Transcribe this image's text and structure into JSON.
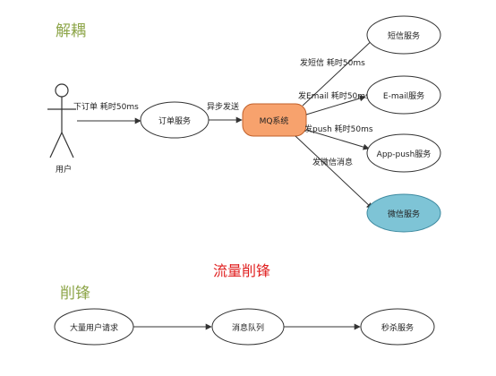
{
  "colors": {
    "section_title": "#8ea64a",
    "center_title": "#e02020",
    "line": "#333333",
    "mq_fill": "#f7a26d",
    "mq_stroke": "#c0602a",
    "wechat_fill": "#7ec4d6",
    "wechat_stroke": "#3e8aa0"
  },
  "decoupling": {
    "title": "解耦",
    "user_label": "用户",
    "order_edge_label": "下订单 耗时50ms",
    "order_service": "订单服务",
    "async_label": "异步发送",
    "mq": "MQ系统",
    "targets": [
      {
        "label": "短信服务",
        "edge": "发短信 耗时50ms"
      },
      {
        "label": "E-mail服务",
        "edge": "发Email 耗时50ms"
      },
      {
        "label": "App-push服务",
        "edge": "发push 耗时50ms"
      },
      {
        "label": "微信服务",
        "edge": "发微信消息"
      }
    ]
  },
  "peak_shaving": {
    "center_title": "流量削锋",
    "title": "削锋",
    "nodes": [
      "大量用户请求",
      "消息队列",
      "秒杀服务"
    ]
  }
}
